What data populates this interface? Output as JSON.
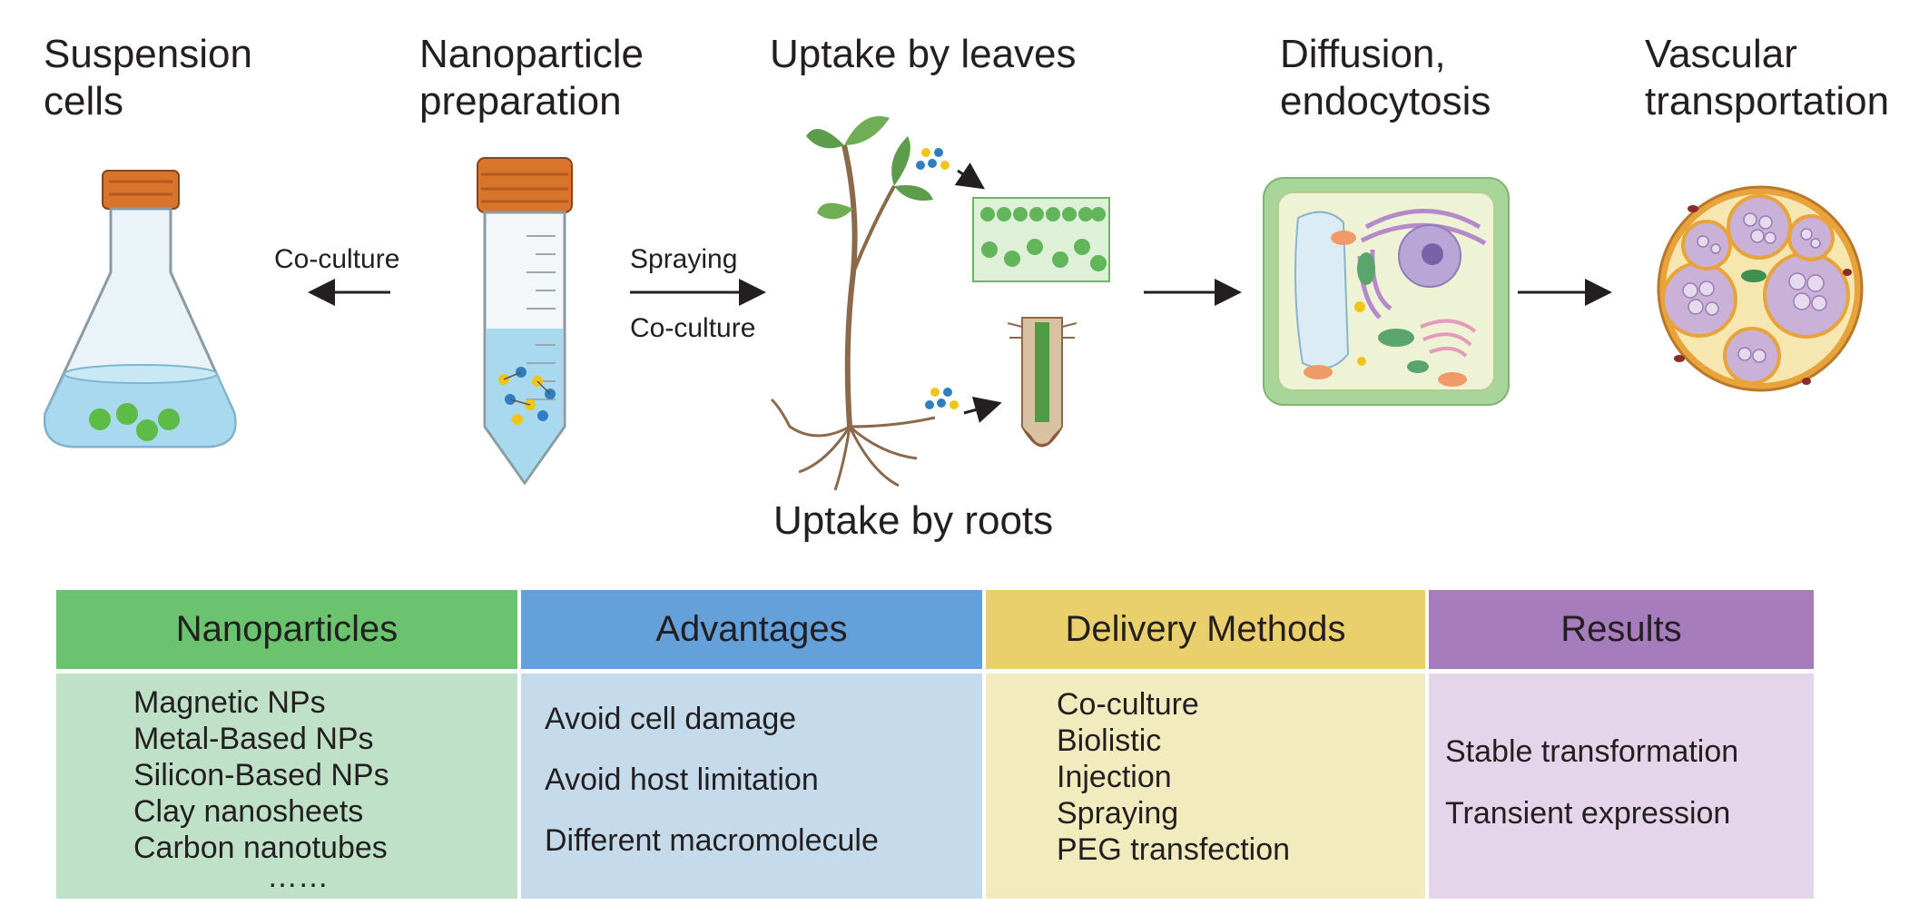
{
  "stages": {
    "suspension": [
      "Suspension",
      "cells"
    ],
    "nanoparticle": [
      "Nanoparticle",
      "preparation"
    ],
    "leaves": "Uptake by leaves",
    "roots": "Uptake by roots",
    "diffusion": [
      "Diffusion,",
      "endocytosis"
    ],
    "vascular": [
      "Vascular",
      "transportation"
    ]
  },
  "arrows": {
    "coculture_left": "Co-culture",
    "spraying": "Spraying",
    "coculture_right": "Co-culture"
  },
  "table": {
    "columns": [
      {
        "header": "Nanoparticles",
        "color": "#6cc36f",
        "body_color": "#bfe1c7",
        "items": [
          "Magnetic NPs",
          "Metal-Based NPs",
          "Silicon-Based NPs",
          "Clay nanosheets",
          "Carbon nanotubes",
          "……"
        ]
      },
      {
        "header": "Advantages",
        "color": "#64a0d9",
        "body_color": "#c5dbec",
        "items": [
          "Avoid cell damage",
          "Avoid host limitation",
          "Different macromolecule"
        ]
      },
      {
        "header": "Delivery Methods",
        "color": "#ead06c",
        "body_color": "#f1ebbd",
        "items": [
          "Co-culture",
          "Biolistic",
          "Injection",
          "Spraying",
          "PEG transfection"
        ]
      },
      {
        "header": "Results",
        "color": "#a67cbd",
        "body_color": "#e4d5ea",
        "items": [
          "Stable transformation",
          "Transient expression"
        ]
      }
    ]
  },
  "colors": {
    "flask_liquid": "#a9d9ef",
    "cap": "#d9742c",
    "cell_wall": "#a8d59a",
    "cell_inside": "#eef3d6",
    "nucleus": "#8e7bb8",
    "vascular_ring": "#e8a33a"
  }
}
